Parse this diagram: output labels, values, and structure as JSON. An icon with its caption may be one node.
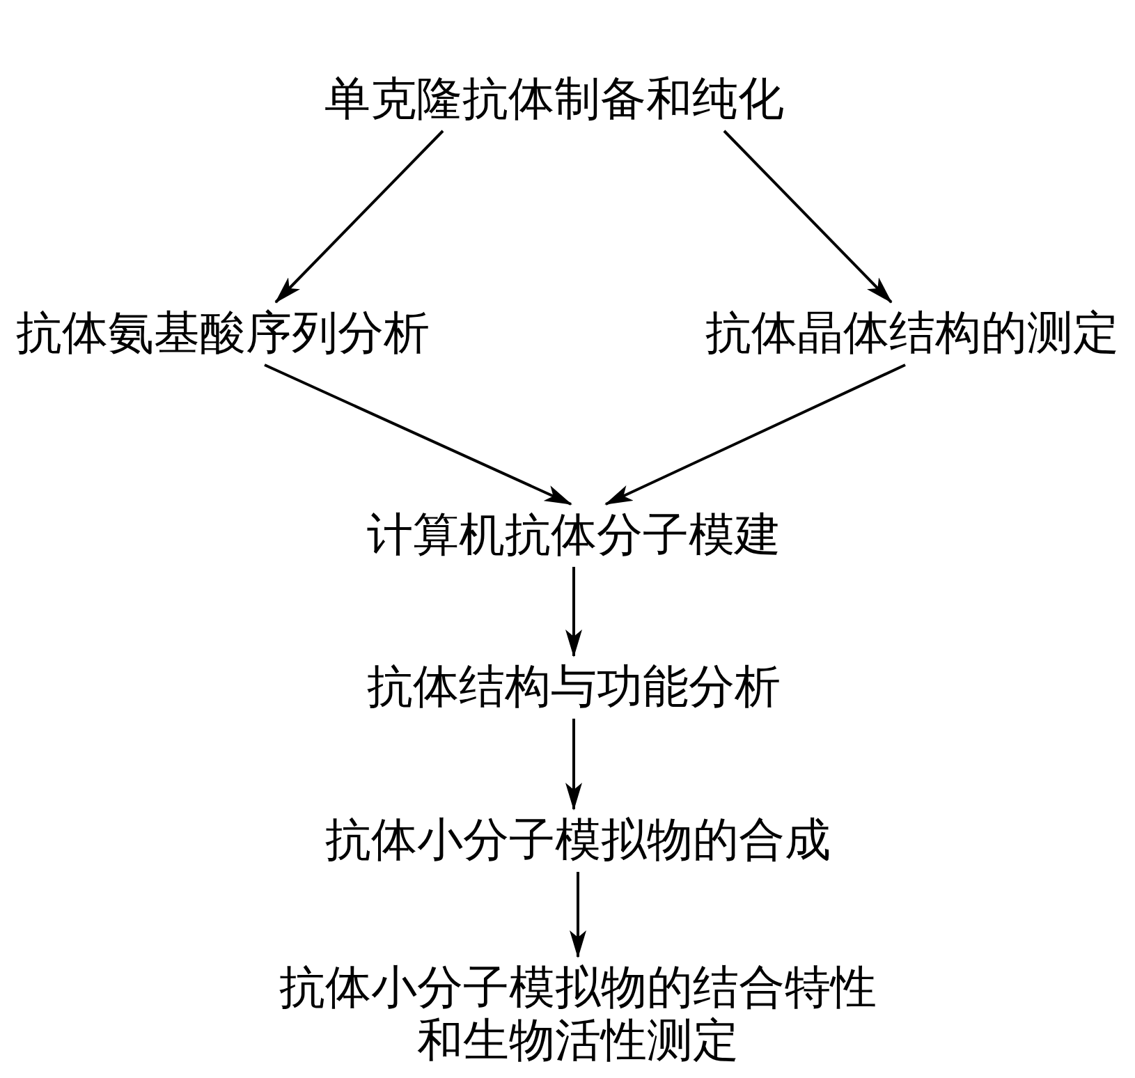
{
  "diagram": {
    "nodes": [
      {
        "text": [
          "单克隆抗体制备和纯化"
        ]
      },
      {
        "text": [
          "抗体氨基酸序列分析"
        ]
      },
      {
        "text": [
          "抗体晶体结构的测定"
        ]
      },
      {
        "text": [
          "计算机抗体分子模建"
        ]
      },
      {
        "text": [
          "抗体结构与功能分析"
        ]
      },
      {
        "text": [
          "抗体小分子模拟物的合成"
        ]
      },
      {
        "text": [
          "抗体小分子模拟物的结合特性和生物活性测定"
        ]
      }
    ],
    "edges": [
      {
        "from": 0,
        "to": 1,
        "arrow": "to"
      },
      {
        "from": 0,
        "to": 2,
        "arrow": "to"
      },
      {
        "from": 1,
        "to": 3,
        "arrow": "to"
      },
      {
        "from": 2,
        "to": 3,
        "arrow": "to"
      },
      {
        "from": 3,
        "to": 4,
        "arrow": "to"
      },
      {
        "from": 4,
        "to": 5,
        "arrow": "to"
      },
      {
        "from": 5,
        "to": 6,
        "arrow": "to"
      }
    ]
  }
}
